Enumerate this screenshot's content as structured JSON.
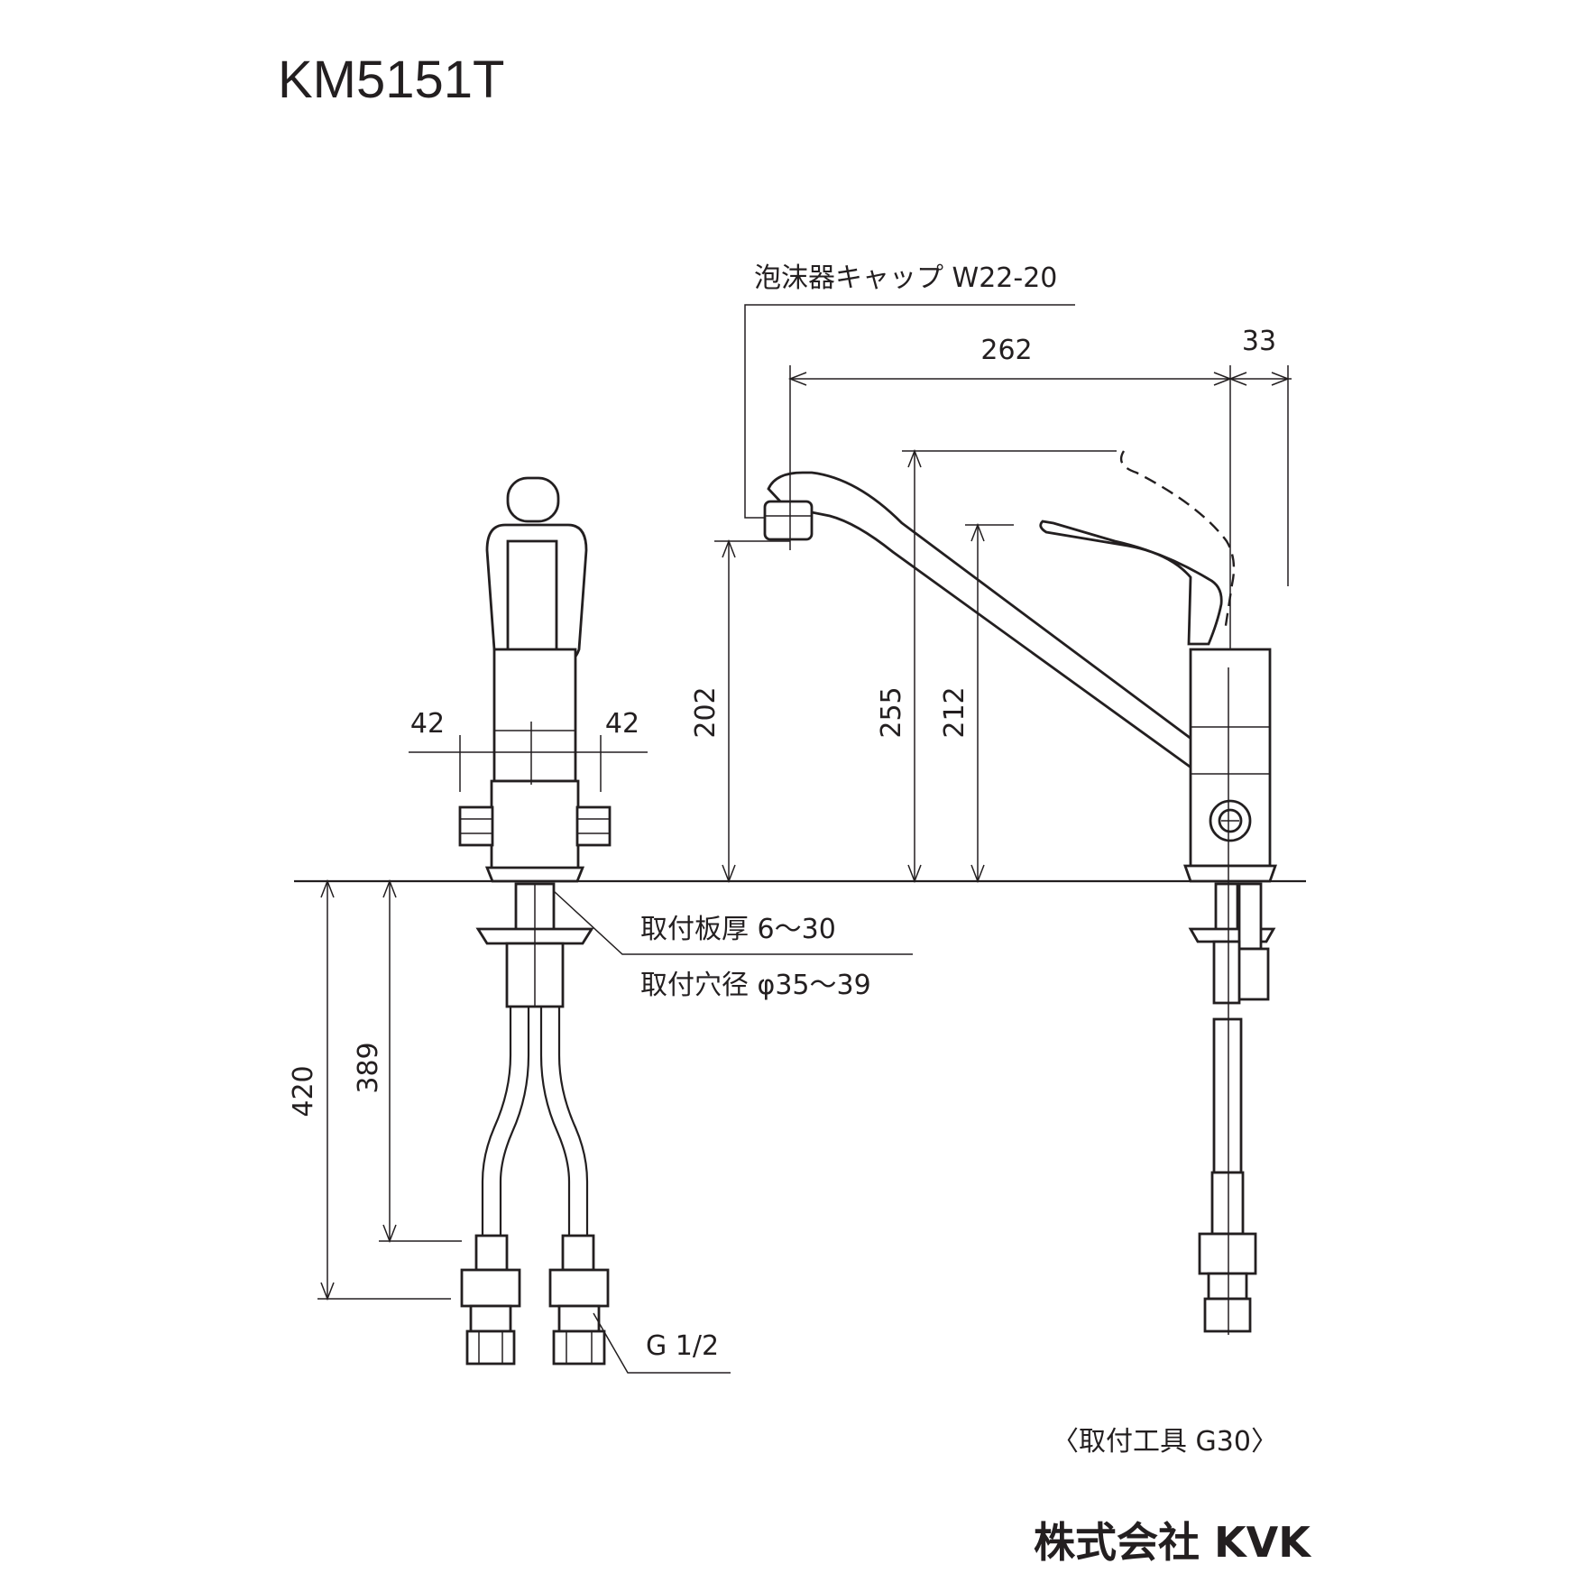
{
  "title": "KM5151T",
  "labels": {
    "aerator": "泡沫器キャップ W22-20",
    "plate_thickness": "取付板厚 6～30",
    "hole_diameter": "取付穴径 φ35～39",
    "thread": "G 1/2",
    "tool": "〈取付工具 G30〉",
    "maker": "株式会社 KVK"
  },
  "dimensions": {
    "left_spacing": "42",
    "right_spacing": "42",
    "spout_reach": "262",
    "lever_offset": "33",
    "spout_height": "202",
    "lever_top_height": "255",
    "lever_height": "212",
    "hose_total": "420",
    "hose_nut": "389"
  }
}
